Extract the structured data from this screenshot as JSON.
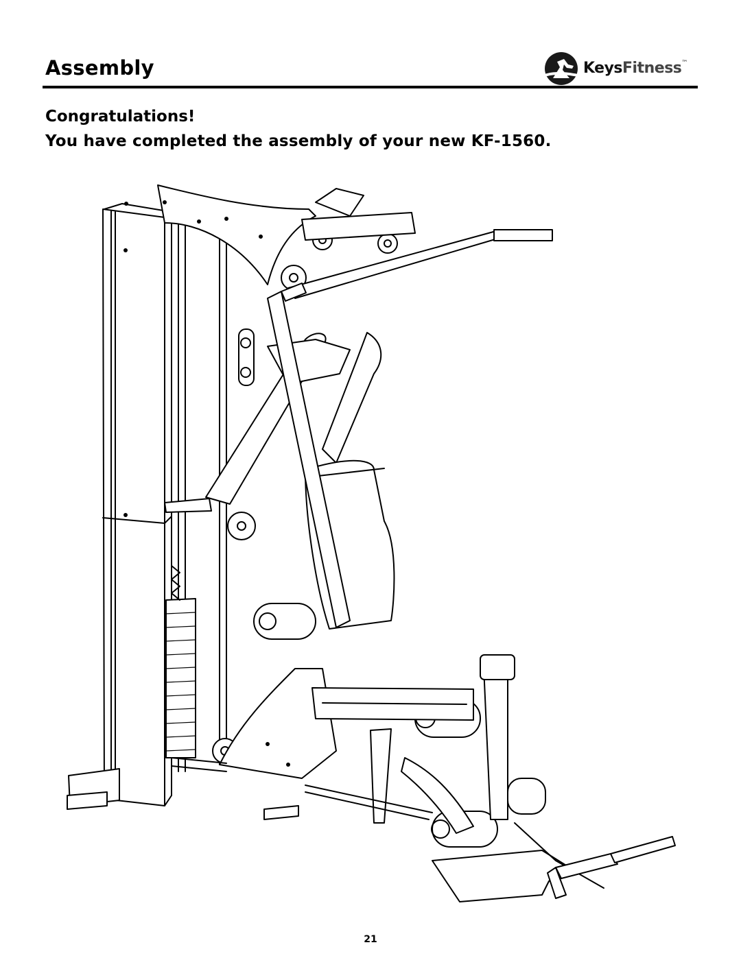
{
  "header": {
    "section_title": "Assembly",
    "logo_text_bold": "Keys",
    "logo_text_light": "Fitness",
    "logo_mark": "running-person-logo-icon"
  },
  "content": {
    "congrats_line": "Congratulations!",
    "completed_line": "You have completed the assembly of your new KF-1560."
  },
  "illustration": {
    "icon": "home-gym-line-drawing"
  },
  "footer": {
    "page_number": "21"
  }
}
